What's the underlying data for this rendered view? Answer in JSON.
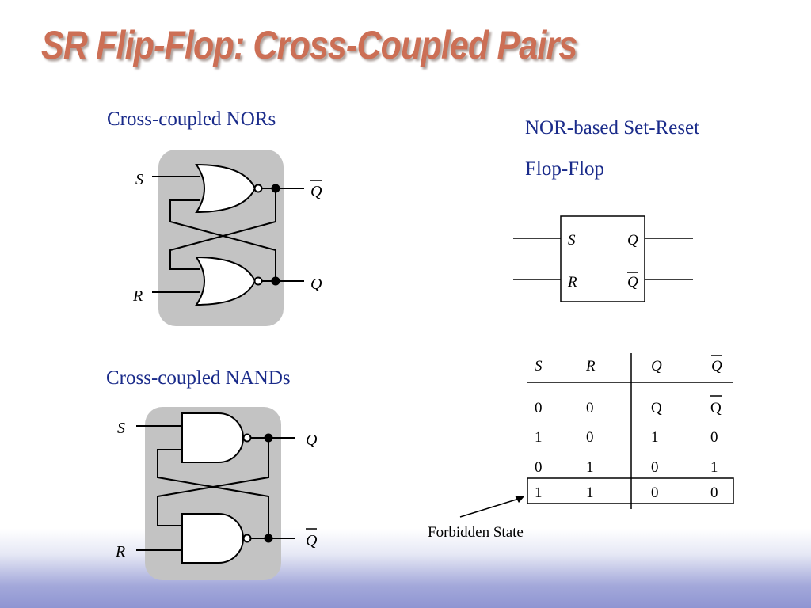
{
  "title": "SR Flip-Flop: Cross-Coupled Pairs",
  "nor_section": {
    "heading": "Cross-coupled NORs",
    "input_top": "S",
    "input_bottom": "R",
    "output_top": "Q",
    "output_bottom": "Q"
  },
  "nand_section": {
    "heading": "Cross-coupled NANDs",
    "input_top": "S",
    "input_bottom": "R",
    "output_top": "Q",
    "output_bottom": "Q"
  },
  "block": {
    "heading_line1": "NOR-based Set-Reset",
    "heading_line2": "Flop-Flop",
    "pin_s": "S",
    "pin_r": "R",
    "pin_q": "Q",
    "pin_qbar": "Q"
  },
  "truth_table": {
    "headers": [
      "S",
      "R",
      "Q",
      "Q"
    ],
    "rows": [
      [
        "0",
        "0",
        "Q",
        "Q"
      ],
      [
        "1",
        "0",
        "1",
        "0"
      ],
      [
        "0",
        "1",
        "0",
        "1"
      ],
      [
        "1",
        "1",
        "0",
        "0"
      ]
    ],
    "forbidden_label": "Forbidden State"
  }
}
